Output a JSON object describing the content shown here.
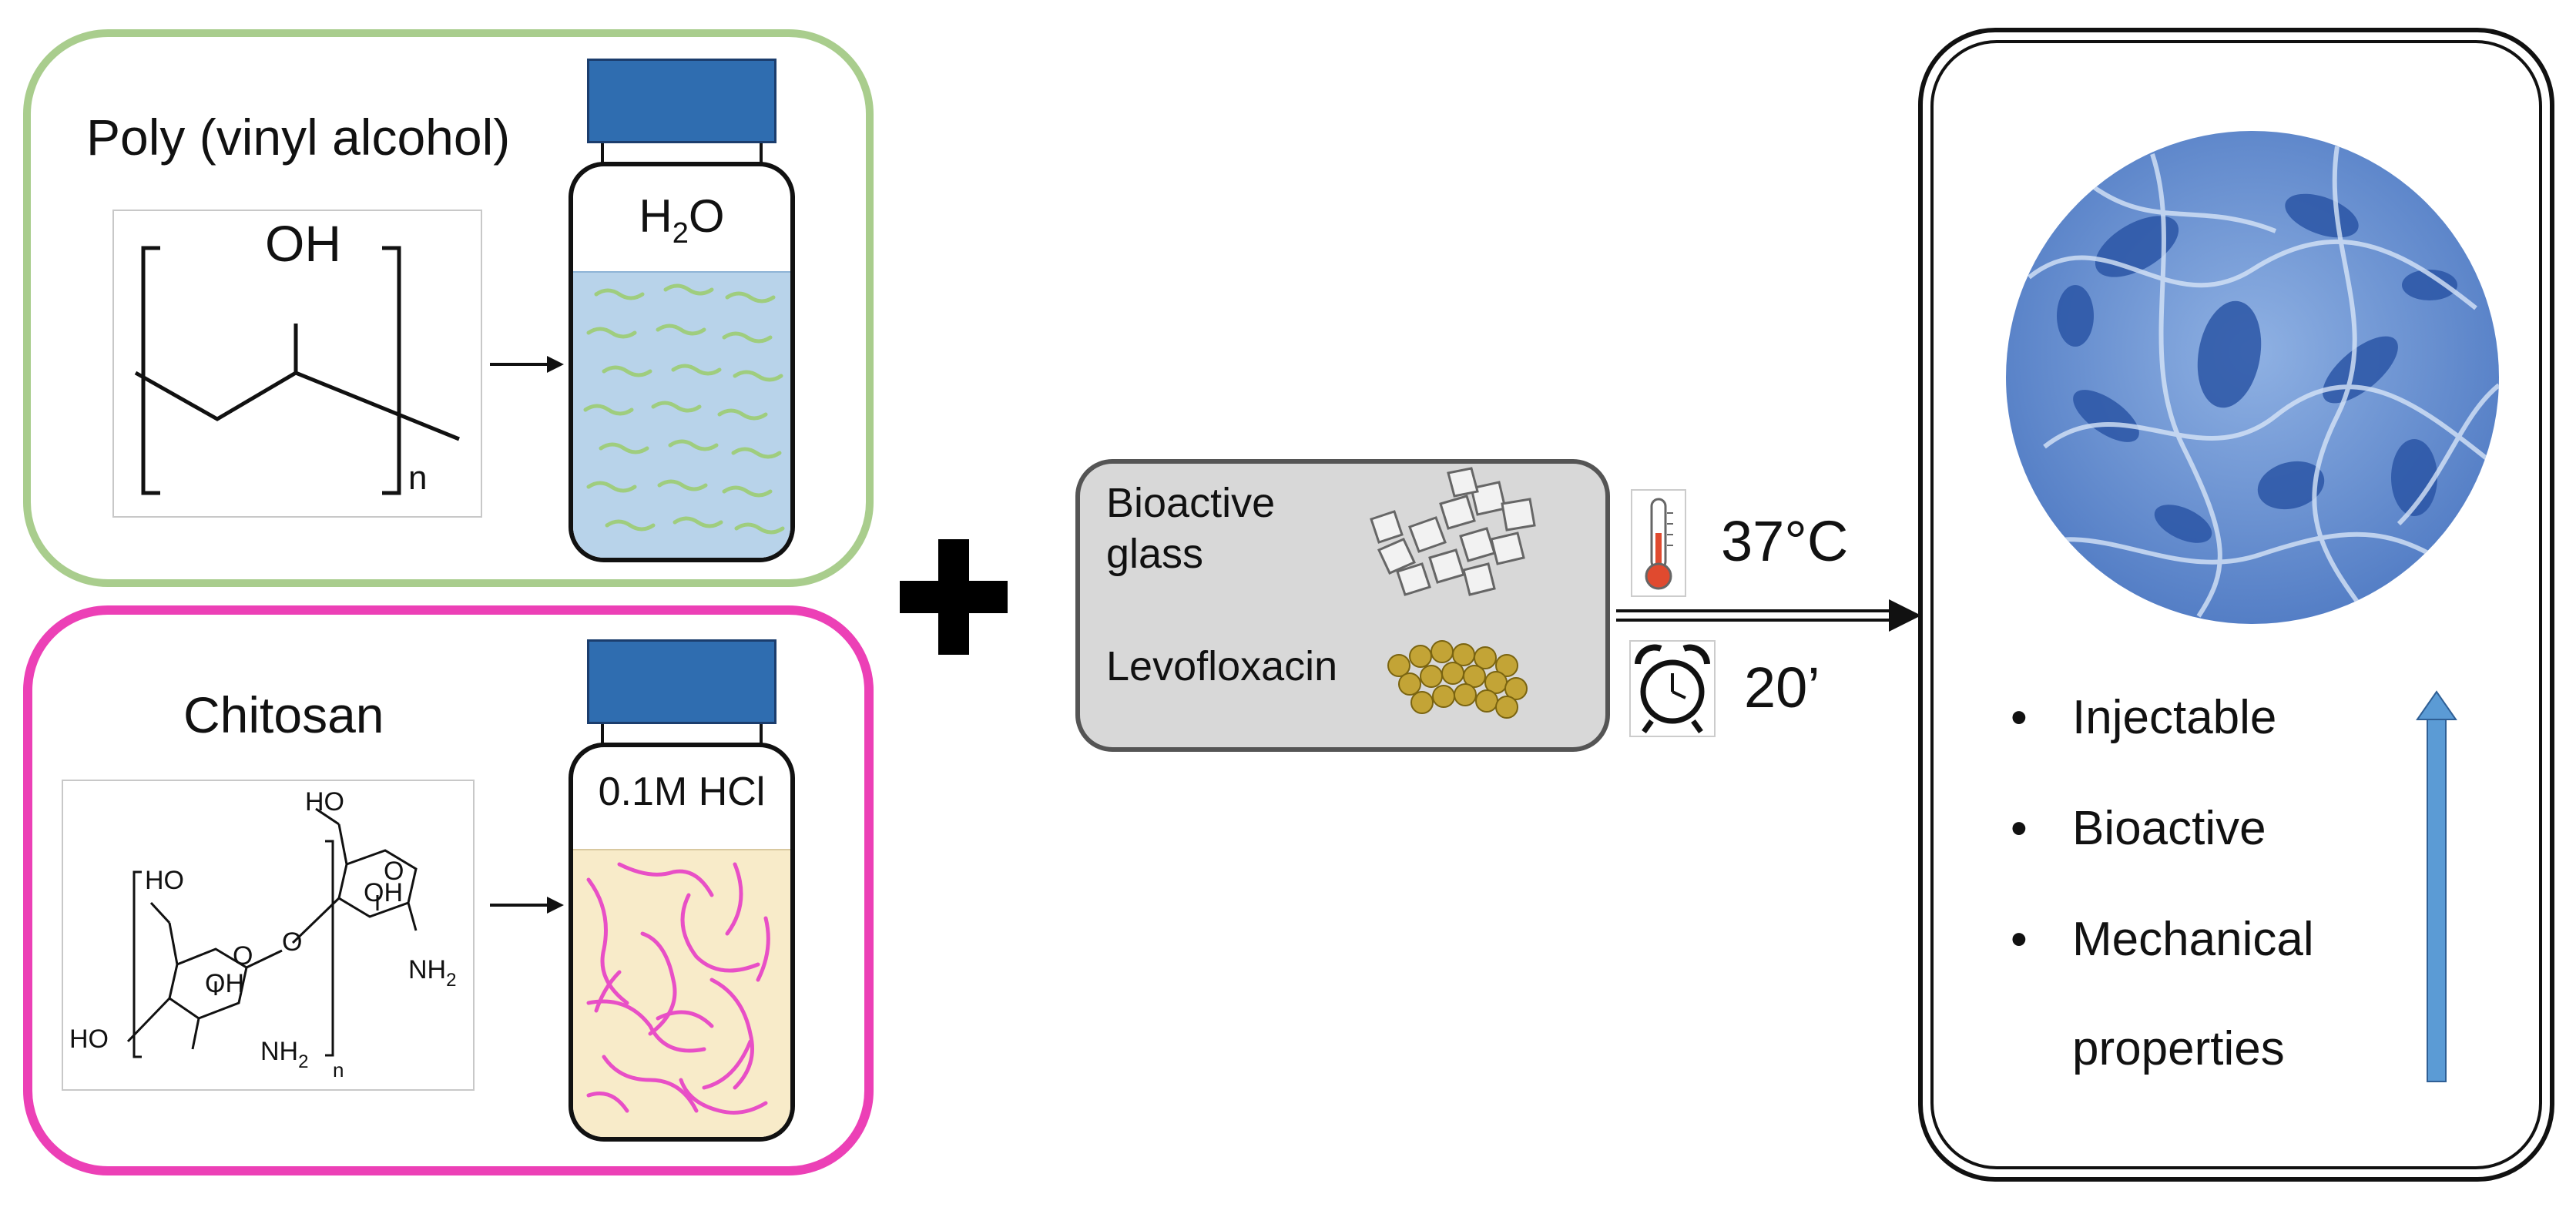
{
  "pva": {
    "title": "Poly (vinyl alcohol)",
    "structure_oh": "OH",
    "structure_n": "n",
    "vial_label_main": "H",
    "vial_label_sub": "2",
    "vial_label_end": "O"
  },
  "chitosan": {
    "title": "Chitosan",
    "vial_label": "0.1M HCl",
    "structure_labels": {
      "ho_top": "HO",
      "ho_left": "HO",
      "oh_mid": "OH",
      "oh_low": "OH",
      "ho_bottom": "HO",
      "nh2_right": "NH",
      "nh2_right_sub": "2",
      "nh2_bottom": "NH",
      "nh2_bottom_sub": "2",
      "o_ring1": "O",
      "o_ring2": "O",
      "o_bridge": "O",
      "n": "n"
    }
  },
  "additives": {
    "bioactive_glass_line1": "Bioactive",
    "bioactive_glass_line2": "glass",
    "levofloxacin": "Levofloxacin"
  },
  "conditions": {
    "temperature": "37°C",
    "time": "20’"
  },
  "result": {
    "properties": [
      "Injectable",
      "Bioactive",
      "Mechanical"
    ],
    "properties_continuation": "properties"
  },
  "colors": {
    "pva_border": "#a9cd8d",
    "chitosan_border": "#ec40b6",
    "cap_blue": "#2f6db0",
    "pva_liquid": "#b8d3ea",
    "pva_strands": "#9fcd7e",
    "hcl_liquid": "#f8ebc9",
    "chitosan_strands": "#e84fc6",
    "glass_fill": "#f2f2f2",
    "levo_fill": "#c3a436",
    "arrow_blue": "#5b9bd5"
  }
}
